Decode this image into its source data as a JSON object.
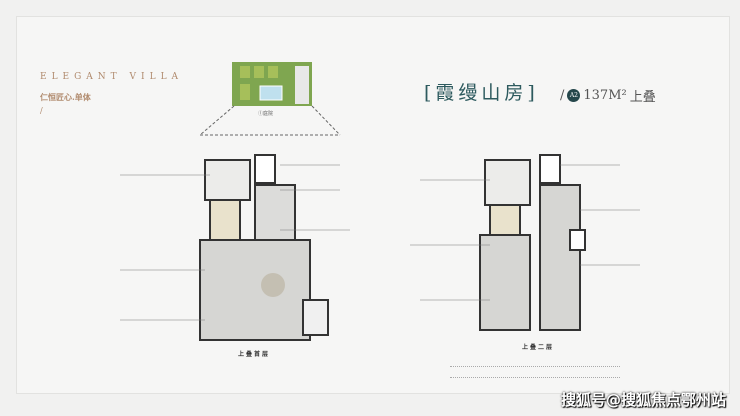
{
  "brand": {
    "title": "ELEGANT VILLA",
    "subtitle": "仁恒匠心.单体",
    "mark": "/"
  },
  "header": {
    "title": "[霞缦山房]",
    "separator": "/",
    "badge": "A2",
    "area": "137M²",
    "type": "上叠"
  },
  "garden": {
    "label": "①庭院"
  },
  "floors": [
    {
      "label": "上叠首层"
    },
    {
      "label": "上叠二层"
    }
  ],
  "watermark": "搜狐号@搜狐焦点鄂州站",
  "colors": {
    "accent": "#2d5a5e",
    "brand": "#b08a6d",
    "garden": "#7fa650"
  }
}
